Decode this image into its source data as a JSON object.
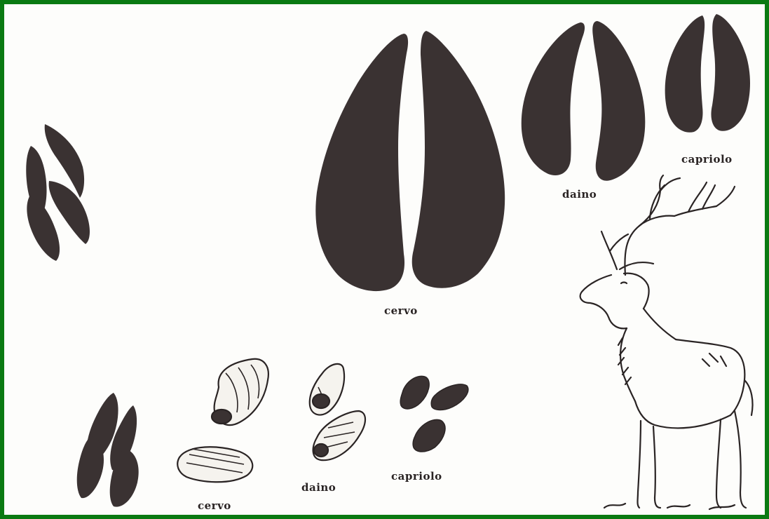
{
  "labels": {
    "track_cervo": "cervo",
    "track_daino": "daino",
    "track_capriolo": "capriolo",
    "dropping_cervo": "cervo",
    "dropping_daino": "daino",
    "dropping_capriolo": "capriolo"
  },
  "colors": {
    "border": "#0a7a12",
    "ink": "#3a3232",
    "background": "#fdfdfb"
  }
}
